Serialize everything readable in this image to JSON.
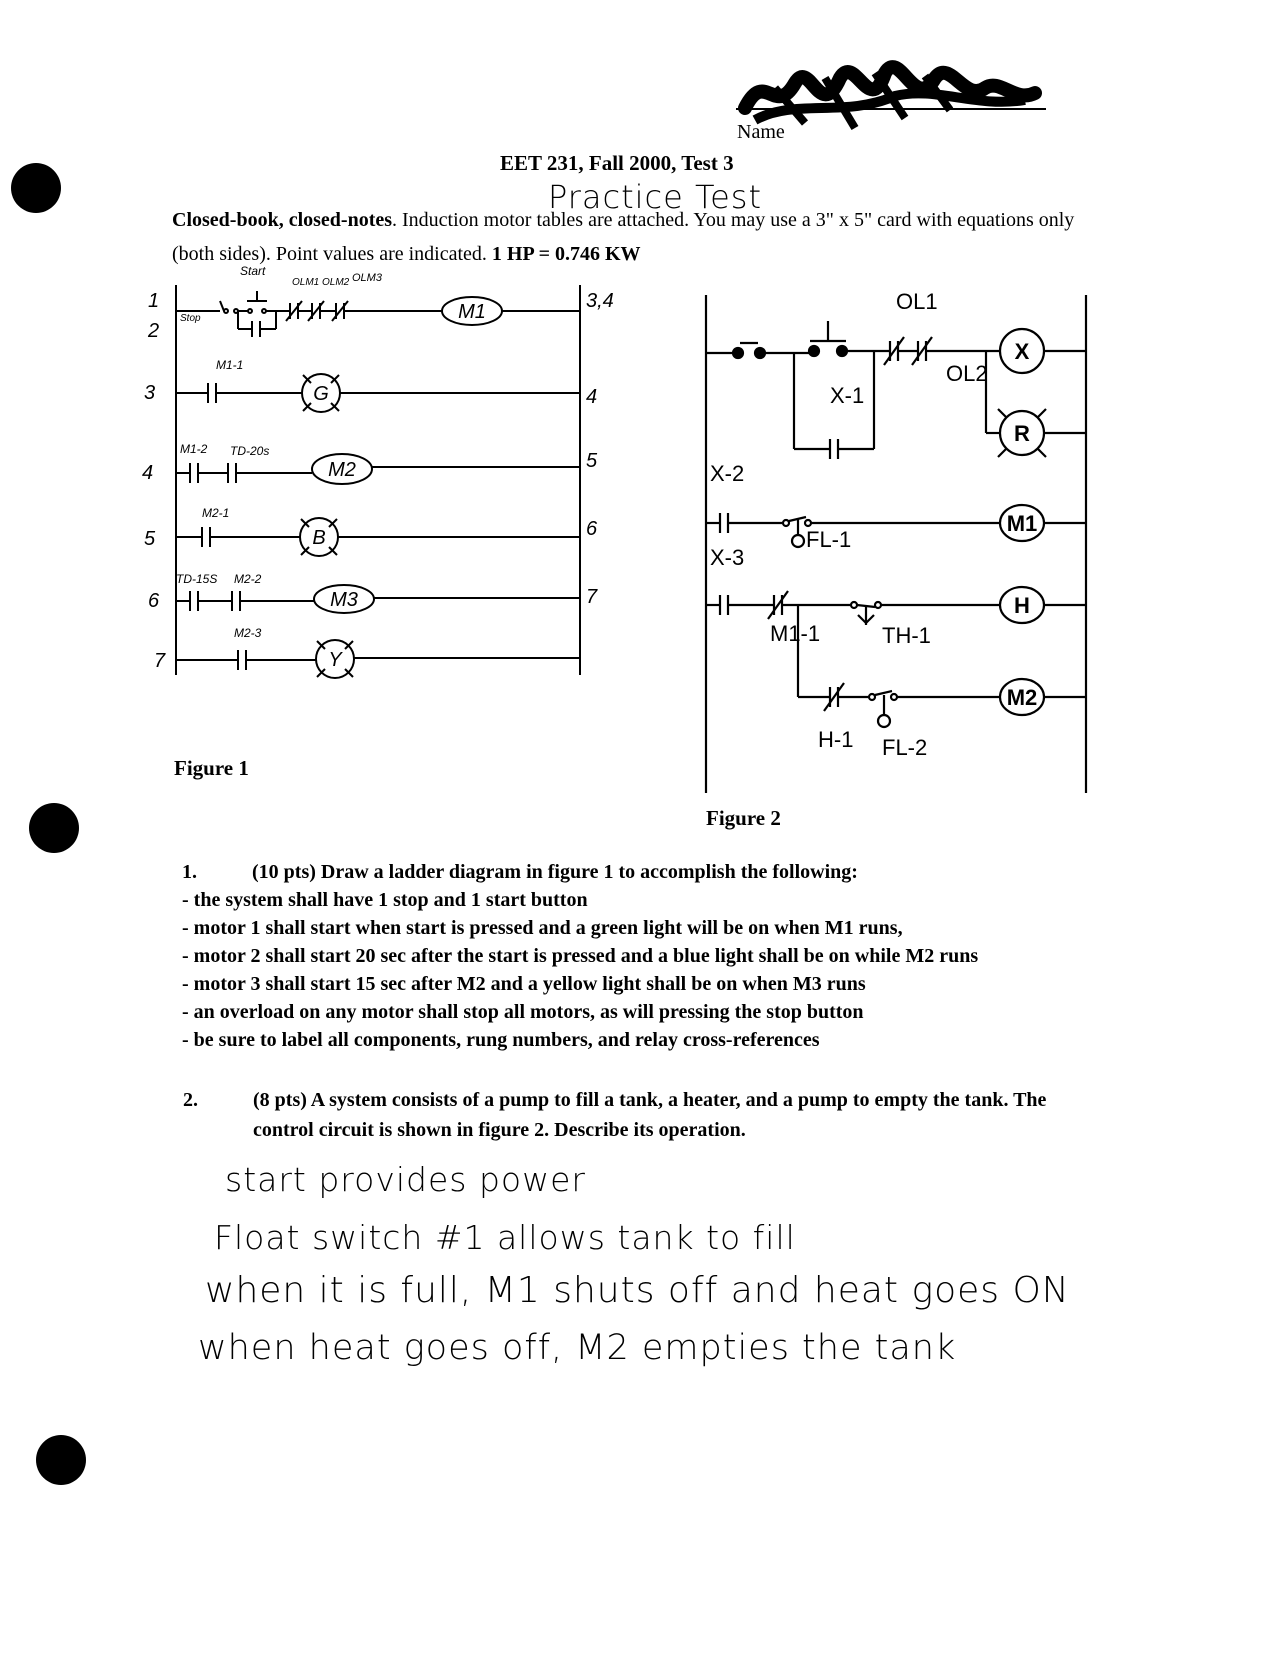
{
  "header": {
    "name_label": "Name",
    "title": "EET 231, Fall 2000, Test 3",
    "subtitle": "Practice Test"
  },
  "intro": {
    "bold1": "Closed-book, closed-notes",
    "text1": ".  Induction motor tables are attached.  You may use a 3\" x 5\" card with equations only (both sides).  Point values are indicated.  ",
    "bold2": "1 HP = 0.746 KW"
  },
  "figure1": {
    "caption": "Figure 1",
    "rung_numbers": [
      "1",
      "2",
      "3",
      "4",
      "5",
      "6",
      "7"
    ],
    "xrefs": [
      "3,4",
      "4",
      "5",
      "6",
      "7"
    ],
    "labels": {
      "start": "Start",
      "stop": "Stop",
      "ol1": "OLM1",
      "ol2": "OLM2",
      "ol3": "OLM3",
      "m1_1": "M1-1",
      "m1_2": "M1-2",
      "td20": "TD-20s",
      "m2_1": "M2-1",
      "td15": "TD-15S",
      "m2_2": "M2-2",
      "m2_3": "M2-3"
    },
    "loads": [
      "M1",
      "G",
      "M2",
      "B",
      "M3",
      "Y"
    ]
  },
  "figure2": {
    "caption": "Figure 2",
    "labels": {
      "ol1": "OL1",
      "ol2": "OL2",
      "x1": "X-1",
      "x2": "X-2",
      "x3": "X-3",
      "fl1": "FL-1",
      "m1_1": "M1-1",
      "th1": "TH-1",
      "h1": "H-1",
      "fl2": "FL-2"
    },
    "loads": [
      "X",
      "R",
      "M1",
      "H",
      "M2"
    ]
  },
  "question1": {
    "number": "1.",
    "prompt": "(10 pts) Draw a ladder diagram in figure 1 to accomplish the following:",
    "items": [
      "- the system shall have 1 stop and 1 start button",
      "- motor 1 shall start when start is pressed and a green light will be on when M1 runs,",
      "- motor 2 shall start 20 sec after the start is pressed and a blue light shall be on while M2 runs",
      "- motor 3 shall start 15 sec after M2 and a yellow light shall be on when M3 runs",
      "- an overload on any motor shall stop all motors, as will pressing the stop button",
      "- be sure to label all components, rung numbers, and relay cross-references"
    ]
  },
  "question2": {
    "number": "2.",
    "prompt": "(8 pts) A system consists of a pump to fill a tank, a heater, and a pump to empty the tank.  The control circuit is shown in figure 2.  Describe its operation."
  },
  "answer": [
    "start provides power",
    "Float switch #1  allows tank to fill",
    "when it is full,  M1  shuts off  and  heat goes  ON",
    "when  heat goes  off, M2  empties the tank"
  ]
}
